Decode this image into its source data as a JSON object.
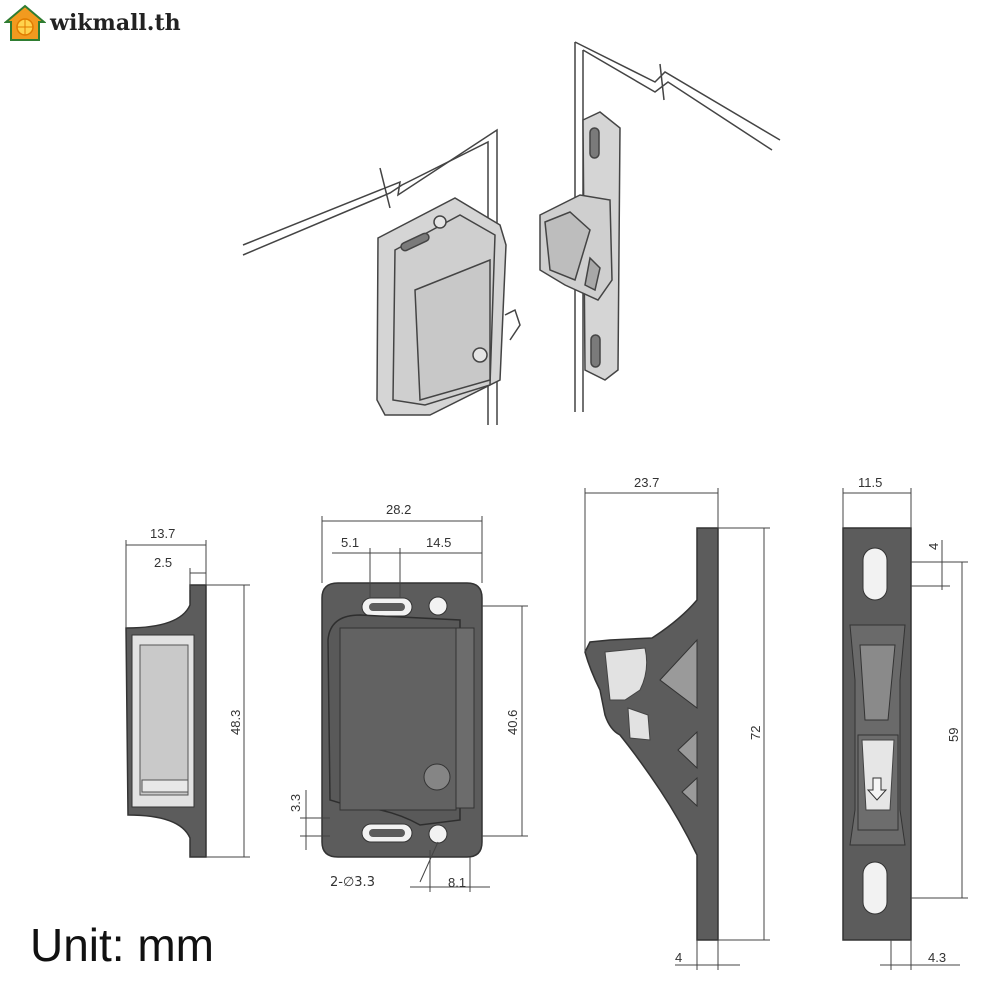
{
  "brand": {
    "name": "wikmall.th",
    "icon": "house-orange-icon",
    "accent": "#f29a1f"
  },
  "unit_label": "Unit: mm",
  "colors": {
    "part": "#d5d5d5",
    "part_dark": "#5c5c5c",
    "line": "#444444"
  },
  "dimensions": {
    "side_view": {
      "depth": "13.7",
      "lip": "2.5",
      "height": "48.3"
    },
    "front_view": {
      "width": "28.2",
      "left_offset": "5.1",
      "hole_spacing": "14.5",
      "inner_height": "40.6",
      "bottom": "3.3",
      "hole_note": "2-∅3.3",
      "hole_edge": "8.1"
    },
    "striker_side": {
      "depth": "23.7",
      "height": "72",
      "thickness": "4"
    },
    "striker_front": {
      "width": "11.5",
      "slot": "4",
      "slot_spacing": "59",
      "bottom": "4.3"
    }
  }
}
